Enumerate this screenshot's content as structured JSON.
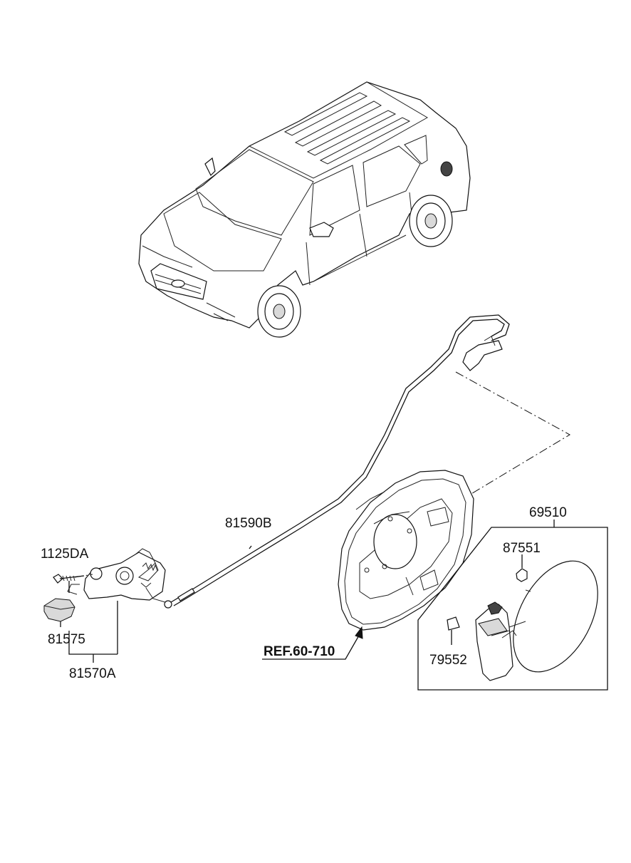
{
  "labels": {
    "cable": "81590B",
    "bolt": "1125DA",
    "cap": "81575",
    "latch_assy": "81570A",
    "fuel_door_assy": "69510",
    "bumper": "87551",
    "pad": "79552",
    "reference": "REF.60-710"
  }
}
